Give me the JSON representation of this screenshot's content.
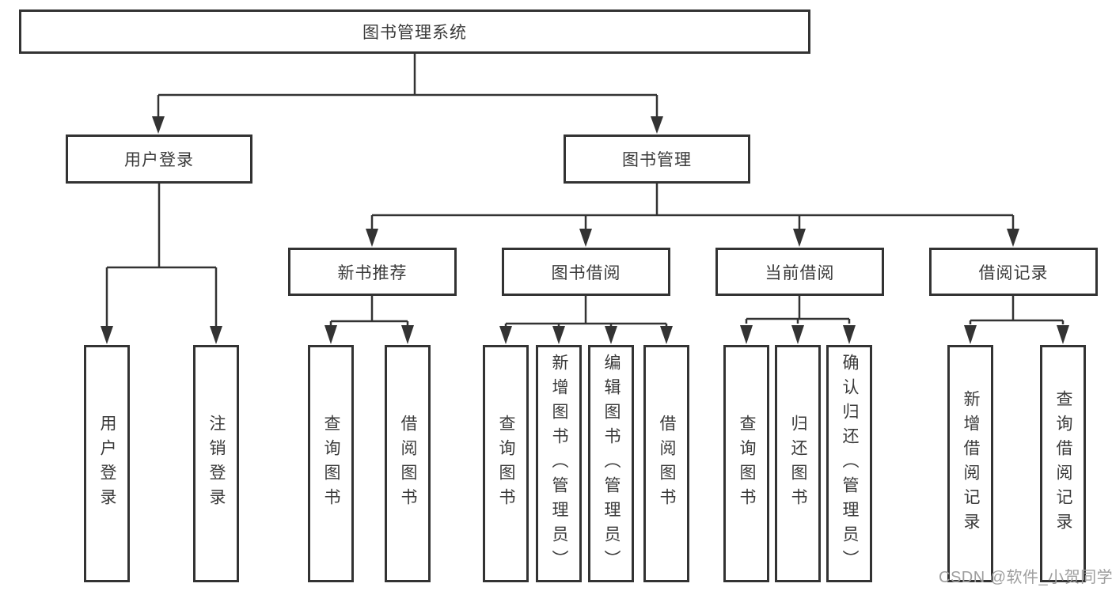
{
  "diagram": {
    "nodes": {
      "root": "图书管理系统",
      "login": "用户登录",
      "management": "图书管理",
      "recommend": "新书推荐",
      "borrow": "图书借阅",
      "current": "当前借阅",
      "records": "借阅记录",
      "login_children": [
        "用户登录",
        "注销登录"
      ],
      "recommend_children": [
        "查询图书",
        "借阅图书"
      ],
      "borrow_children": [
        "查询图书",
        "新增图书（管理员）",
        "编辑图书（管理员）",
        "借阅图书"
      ],
      "current_children": [
        "查询图书",
        "归还图书",
        "确认归还（管理员）"
      ],
      "records_children": [
        "新增借阅记录",
        "查询借阅记录"
      ]
    },
    "colors": {
      "line": "#333333",
      "box_border": "#333333",
      "text": "#3a3a3a",
      "background": "#ffffff",
      "watermark": "#9e9e9e"
    }
  },
  "watermark": {
    "text": "CSDN @软件_小贺同学"
  }
}
